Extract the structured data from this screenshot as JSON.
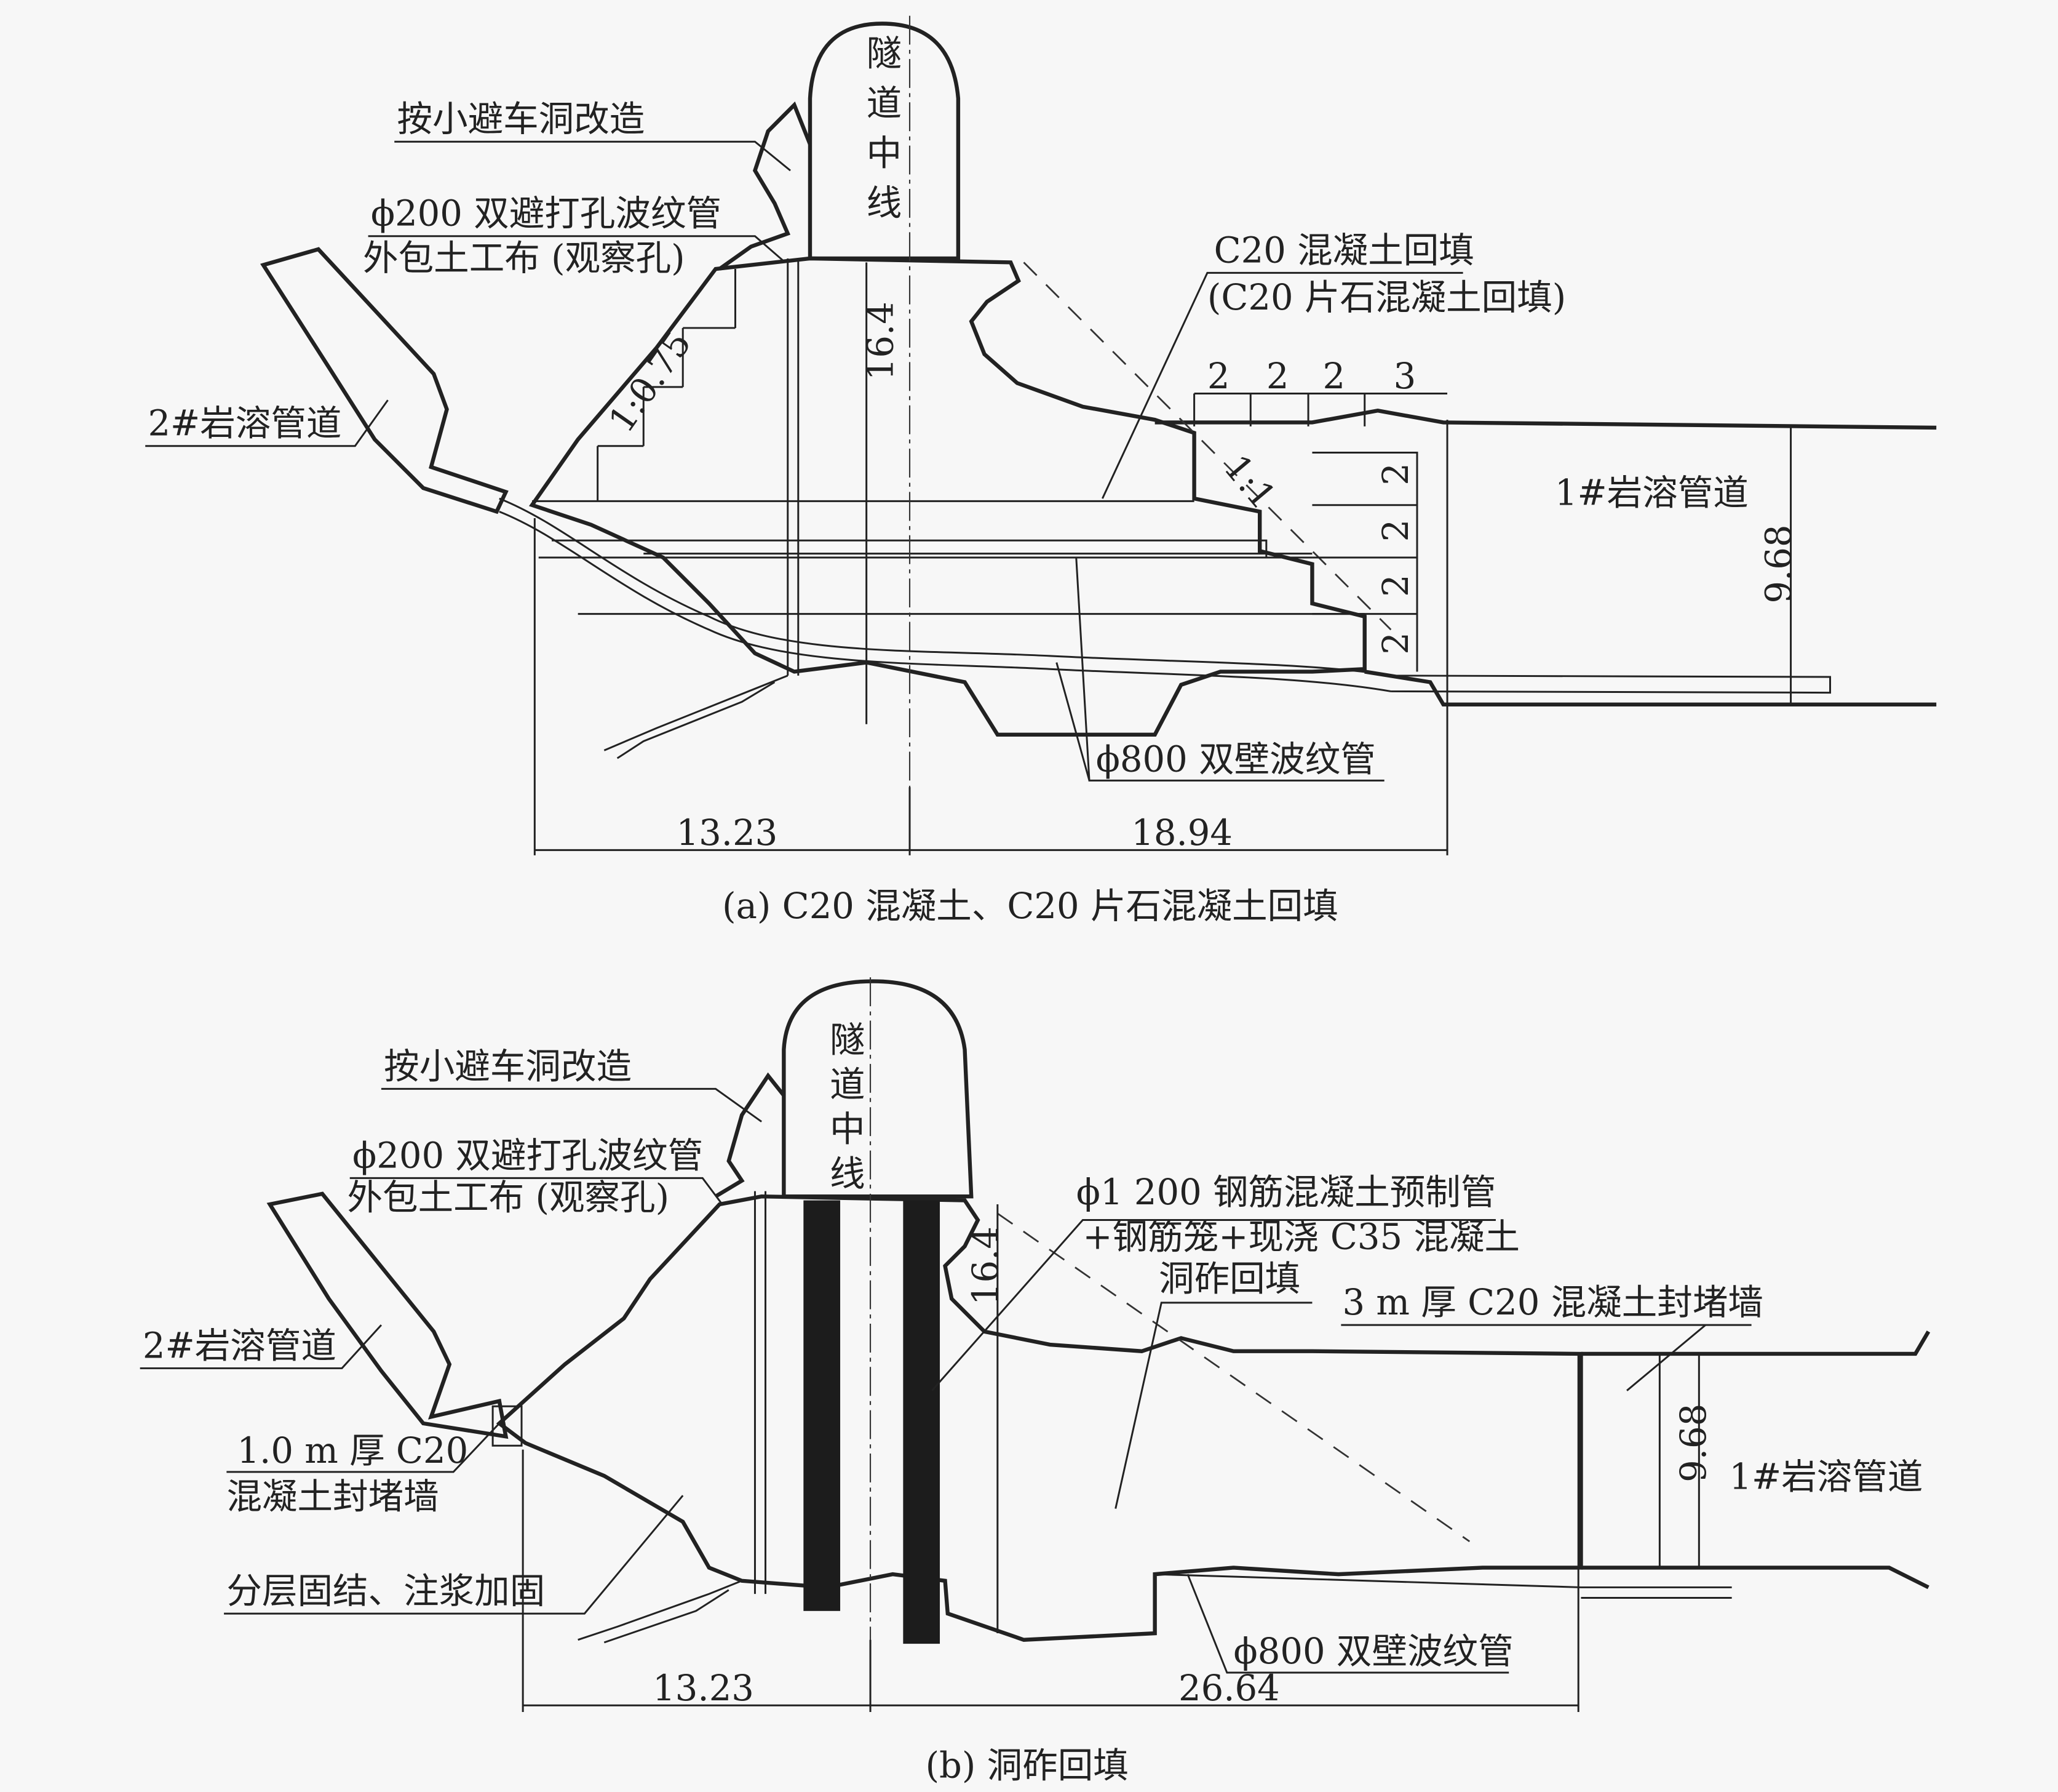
{
  "panel_a": {
    "caption": "(a) C20 混凝土、C20 片石混凝土回填",
    "tunnel_centerline": [
      "隧",
      "道",
      "中",
      "线"
    ],
    "labels": {
      "refuge_niche": "按小避车洞改造",
      "pipe_200_line1": "ϕ200 双避打孔波纹管",
      "pipe_200_line2": "外包土工布 (观察孔)",
      "karst_2": "2#岩溶管道",
      "karst_1": "1#岩溶管道",
      "concrete_line1": "C20 混凝土回填",
      "concrete_line2": "(C20 片石混凝土回填)",
      "pipe_800": "ϕ800 双壁波纹管",
      "slope_left": "1:0.75",
      "slope_right": "1:1"
    },
    "dimensions": {
      "height_center": "16.4",
      "height_conduit": "9.68",
      "left_width": "13.23",
      "right_width": "18.94",
      "step_widths": [
        "2",
        "2",
        "2",
        "3"
      ],
      "step_heights": [
        "2",
        "2",
        "2",
        "2"
      ]
    }
  },
  "panel_b": {
    "caption": "(b) 洞砟回填",
    "tunnel_centerline": [
      "隧",
      "道",
      "中",
      "线"
    ],
    "labels": {
      "refuge_niche": "按小避车洞改造",
      "pipe_200_line1": "ϕ200 双避打孔波纹管",
      "pipe_200_line2": "外包土工布 (观察孔)",
      "karst_2": "2#岩溶管道",
      "karst_1": "1#岩溶管道",
      "precast_line1": "ϕ1 200 钢筋混凝土预制管",
      "precast_line2": "+钢筋笼+现浇 C35 混凝土",
      "ballast": "洞砟回填",
      "wall_3m": "3 m 厚 C20 混凝土封堵墙",
      "wall_1m_line1": "1.0 m 厚 C20",
      "wall_1m_line2": "混凝土封堵墙",
      "grouting": "分层固结、注浆加固",
      "pipe_800": "ϕ800 双壁波纹管"
    },
    "dimensions": {
      "height_center": "16.4",
      "height_conduit": "9.68",
      "left_width": "13.23",
      "right_width": "26.64"
    }
  }
}
